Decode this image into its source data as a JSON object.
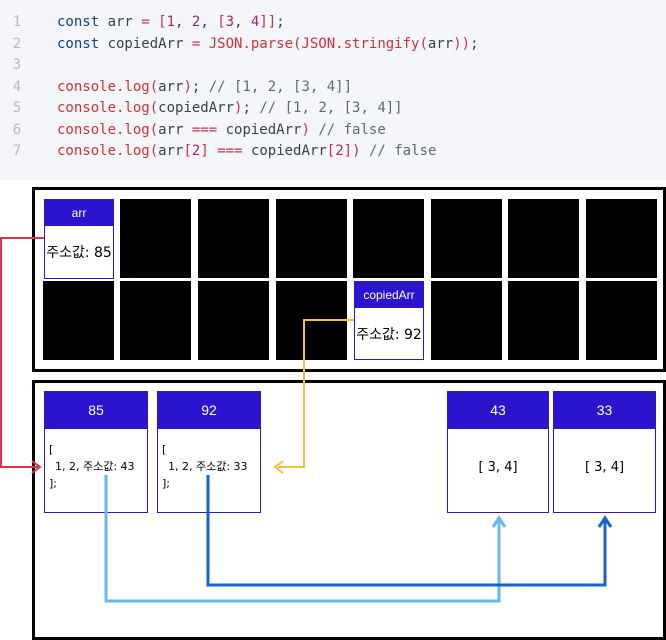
{
  "code": {
    "lines": [
      {
        "num": "1",
        "tokens": [
          {
            "t": "const ",
            "c": "kw"
          },
          {
            "t": "arr ",
            "c": ""
          },
          {
            "t": "= ",
            "c": "punc"
          },
          {
            "t": "[",
            "c": "punc"
          },
          {
            "t": "1",
            "c": "num"
          },
          {
            "t": ", ",
            "c": ""
          },
          {
            "t": "2",
            "c": "num"
          },
          {
            "t": ", ",
            "c": ""
          },
          {
            "t": "[",
            "c": "punc"
          },
          {
            "t": "3",
            "c": "num"
          },
          {
            "t": ", ",
            "c": ""
          },
          {
            "t": "4",
            "c": "num"
          },
          {
            "t": "]]",
            "c": "punc"
          },
          {
            "t": ";",
            "c": ""
          }
        ]
      },
      {
        "num": "2",
        "tokens": [
          {
            "t": "const ",
            "c": "kw"
          },
          {
            "t": "copiedArr ",
            "c": ""
          },
          {
            "t": "= ",
            "c": "punc"
          },
          {
            "t": "JSON.parse",
            "c": "str"
          },
          {
            "t": "(",
            "c": "punc"
          },
          {
            "t": "JSON.stringify",
            "c": "str"
          },
          {
            "t": "(",
            "c": "punc"
          },
          {
            "t": "arr",
            "c": ""
          },
          {
            "t": "))",
            "c": "punc"
          },
          {
            "t": ";",
            "c": ""
          }
        ]
      },
      {
        "num": "3",
        "tokens": []
      },
      {
        "num": "4",
        "tokens": [
          {
            "t": "console.log",
            "c": "str"
          },
          {
            "t": "(",
            "c": "punc"
          },
          {
            "t": "arr",
            "c": ""
          },
          {
            "t": ")",
            "c": "punc"
          },
          {
            "t": "; ",
            "c": ""
          },
          {
            "t": "// [1, 2, [3, 4]]",
            "c": "cmt"
          }
        ]
      },
      {
        "num": "5",
        "tokens": [
          {
            "t": "console.log",
            "c": "str"
          },
          {
            "t": "(",
            "c": "punc"
          },
          {
            "t": "copiedArr",
            "c": ""
          },
          {
            "t": ")",
            "c": "punc"
          },
          {
            "t": "; ",
            "c": ""
          },
          {
            "t": "// [1, 2, [3, 4]]",
            "c": "cmt"
          }
        ]
      },
      {
        "num": "6",
        "tokens": [
          {
            "t": "console.log",
            "c": "str"
          },
          {
            "t": "(",
            "c": "punc"
          },
          {
            "t": "arr ",
            "c": ""
          },
          {
            "t": "=== ",
            "c": "punc"
          },
          {
            "t": "copiedArr",
            "c": ""
          },
          {
            "t": ") ",
            "c": "punc"
          },
          {
            "t": "// false",
            "c": "cmt"
          }
        ]
      },
      {
        "num": "7",
        "tokens": [
          {
            "t": "console.log",
            "c": "str"
          },
          {
            "t": "(",
            "c": "punc"
          },
          {
            "t": "arr",
            "c": ""
          },
          {
            "t": "[",
            "c": "punc"
          },
          {
            "t": "2",
            "c": "num"
          },
          {
            "t": "] ",
            "c": "punc"
          },
          {
            "t": "=== ",
            "c": "punc"
          },
          {
            "t": "copiedArr",
            "c": ""
          },
          {
            "t": "[",
            "c": "punc"
          },
          {
            "t": "2",
            "c": "num"
          },
          {
            "t": "]) ",
            "c": "punc"
          },
          {
            "t": "// false",
            "c": "cmt"
          }
        ]
      }
    ]
  },
  "stack": {
    "arr": {
      "name": "arr",
      "value": "주소값: 85"
    },
    "copiedArr": {
      "name": "copiedArr",
      "value": "주소값: 92"
    }
  },
  "heap": {
    "h85": {
      "address": "85",
      "open": "[",
      "content": "1, 2, 주소값: 43",
      "close": "];"
    },
    "h92": {
      "address": "92",
      "open": "[",
      "content": "1, 2, 주소값: 33",
      "close": "];"
    },
    "h43": {
      "address": "43",
      "content": "[ 3, 4]"
    },
    "h33": {
      "address": "33",
      "content": "[ 3, 4]"
    }
  },
  "colors": {
    "red_arrow": "#d8354c",
    "yellow_arrow": "#f7c136",
    "light_blue_arrow": "#67b8ec",
    "dark_blue_arrow": "#1663cf",
    "header_blue": "#2b14ce"
  }
}
